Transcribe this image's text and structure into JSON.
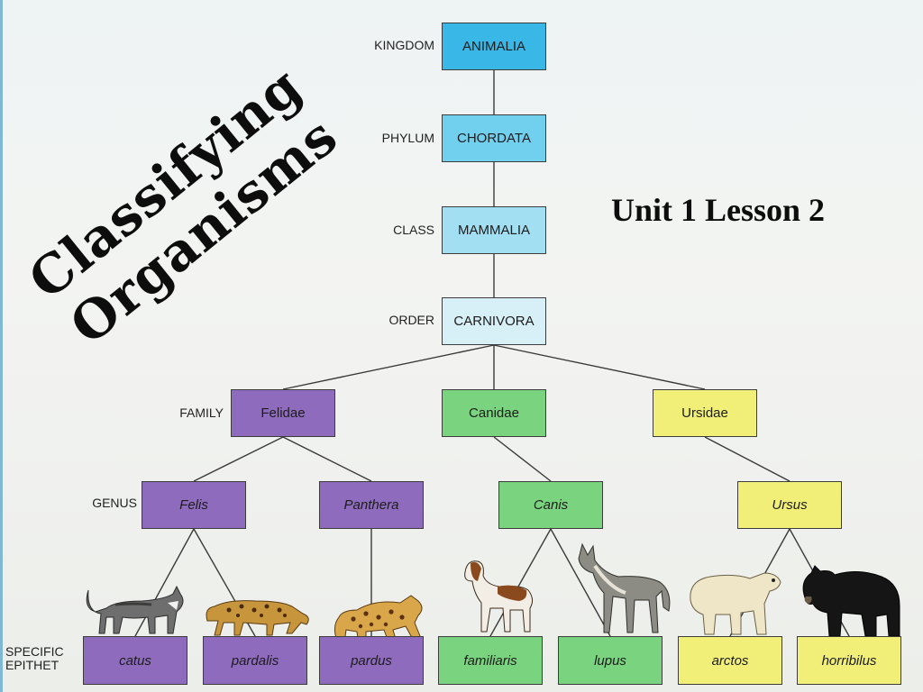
{
  "title_lines": [
    "Classifying",
    "Organisms"
  ],
  "subtitle": "Unit 1 Lesson 2",
  "ranks": {
    "kingdom": "KINGDOM",
    "phylum": "PHYLUM",
    "class": "CLASS",
    "order": "ORDER",
    "family": "FAMILY",
    "genus": "GENUS",
    "epithet_line1": "SPECIFIC",
    "epithet_line2": "EPITHET"
  },
  "taxa": {
    "kingdom": "ANIMALIA",
    "phylum": "CHORDATA",
    "class": "MAMMALIA",
    "order": "CARNIVORA",
    "families": [
      "Felidae",
      "Canidae",
      "Ursidae"
    ],
    "genera": [
      "Felis",
      "Panthera",
      "Canis",
      "Ursus"
    ],
    "epithets": [
      "catus",
      "pardalis",
      "pardus",
      "familiaris",
      "lupus",
      "arctos",
      "horribilus"
    ]
  },
  "animals": [
    "house-cat",
    "ocelot",
    "leopard",
    "beagle-dog",
    "gray-wolf",
    "polar-bear",
    "black-bear"
  ],
  "colors": {
    "felidae": "#8e6bbd",
    "canidae": "#7ad37e",
    "ursidae": "#f1ef78",
    "kingdom": "#39b7e6"
  }
}
